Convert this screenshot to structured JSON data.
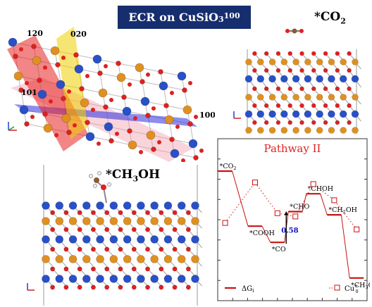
{
  "title": {
    "main": "ECR on CuSiO",
    "sub": "3",
    "sup": "100"
  },
  "panels": {
    "co2": {
      "label": "*CO",
      "label_sub": "2"
    },
    "ch3oh": {
      "label": "*CH",
      "label_sub": "3",
      "label_rest": "OH"
    }
  },
  "planes": [
    {
      "label": "120",
      "color": "#e02020"
    },
    {
      "label": "020",
      "color": "#d4b000"
    },
    {
      "label": "101",
      "color": "#e07080"
    },
    {
      "label": "100",
      "color": "#2020d0"
    }
  ],
  "atom_colors": {
    "cu": "#2850c8",
    "si": "#e09020",
    "o": "#e02020",
    "c": "#8a5a3a",
    "h": "#f0f0f0"
  },
  "chart_data": {
    "type": "line",
    "title": "Pathway II",
    "title_color": "#e02020",
    "ylim": [
      0,
      10
    ],
    "xlim": [
      0,
      10
    ],
    "grid": false,
    "legend_position": "bottom",
    "steps": [
      {
        "label": "*CO",
        "label_sub": "2",
        "label_rest": "",
        "x": 0.5,
        "y": 8.0
      },
      {
        "label": "*COOH",
        "label_sub": "",
        "label_rest": "",
        "x": 2.5,
        "y": 4.6
      },
      {
        "label": "*CO",
        "label_sub": "",
        "label_rest": "",
        "x": 4.0,
        "y": 3.6
      },
      {
        "label": "*CHO",
        "label_sub": "",
        "label_rest": "",
        "x": 5.2,
        "y": 5.5
      },
      {
        "label": "*CHOH",
        "label_sub": "",
        "label_rest": "",
        "x": 6.4,
        "y": 6.6
      },
      {
        "label": "*CH",
        "label_sub": "2",
        "label_rest": "OH",
        "x": 7.8,
        "y": 5.3
      },
      {
        "label": "*CH",
        "label_sub": "3",
        "label_rest": "OH",
        "x": 9.3,
        "y": 1.4
      }
    ],
    "series": [
      {
        "name": "ΔG",
        "name_sub": "i",
        "color": "#cc1010",
        "style": "solid-levels"
      },
      {
        "name": "Cu",
        "name_sub": "0",
        "name_sup": "+",
        "color": "#cc1010",
        "style": "dotted-squares",
        "values": [
          4.8,
          7.3,
          5.4,
          5.2,
          7.2,
          6.2,
          4.4
        ]
      }
    ],
    "annotation": {
      "text": "0.58",
      "color": "#1010c0"
    }
  }
}
